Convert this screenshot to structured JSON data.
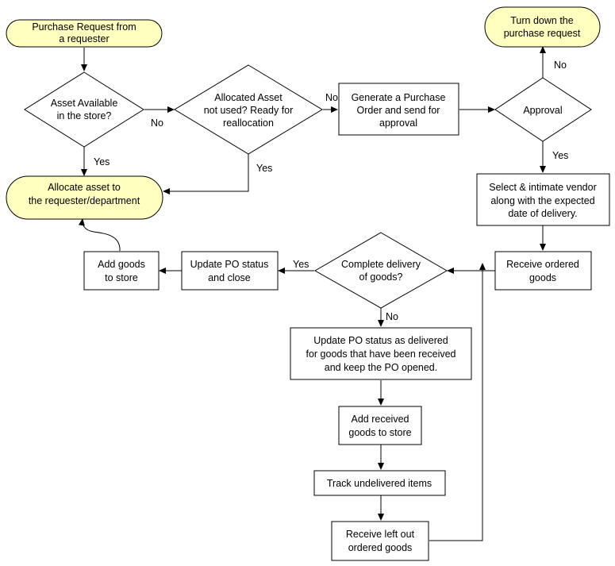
{
  "nodes": {
    "purchase_request": [
      "Purchase Request from",
      "a requester"
    ],
    "asset_available": [
      "Asset Available",
      "in the store?"
    ],
    "allocated_asset": [
      "Allocated Asset",
      "not used? Ready for",
      "reallocation"
    ],
    "generate_po": [
      "Generate a Purchase",
      "Order and send for",
      "approval"
    ],
    "approval": [
      "Approval"
    ],
    "turn_down": [
      "Turn down the",
      "purchase request"
    ],
    "select_vendor": [
      "Select & intimate vendor",
      "along with the expected",
      "date of delivery."
    ],
    "allocate_asset": [
      "Allocate asset to",
      "the requester/department"
    ],
    "receive_ordered": [
      "Receive ordered",
      "goods"
    ],
    "complete_delivery": [
      "Complete delivery",
      "of goods?"
    ],
    "update_po_close": [
      "Update PO status",
      "and close"
    ],
    "add_goods_store": [
      "Add goods",
      "to store"
    ],
    "update_po_delivered": [
      "Update PO status as delivered",
      "for goods that have been received",
      "and keep the PO opened."
    ],
    "add_received": [
      "Add received",
      "goods to store"
    ],
    "track_undelivered": [
      "Track undelivered items"
    ],
    "receive_left_out": [
      "Receive left out",
      "ordered goods"
    ]
  },
  "edges": {
    "asset_no": "No",
    "asset_yes": "Yes",
    "allocated_no": "No",
    "allocated_yes": "Yes",
    "approval_no": "No",
    "approval_yes": "Yes",
    "complete_yes": "Yes",
    "complete_no": "No"
  }
}
